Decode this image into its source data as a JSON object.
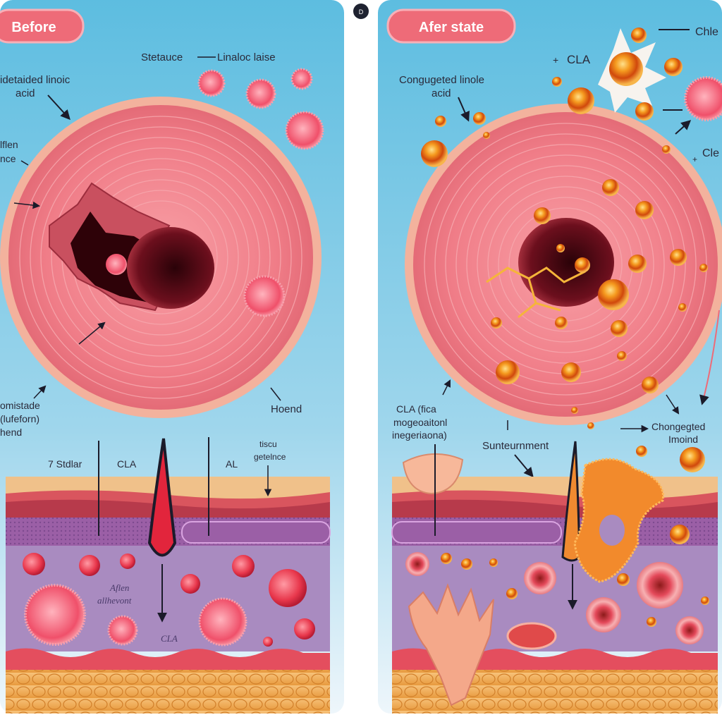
{
  "badge": "D",
  "before_panel": {
    "tag": "Before",
    "labels": {
      "top_left_1": "idetaided linoic",
      "top_left_2": "acid",
      "top_mid_1": "Stetauce",
      "top_mid_2": "Linaloc laise",
      "left_1": "lflen",
      "left_2": "nce",
      "bottom_left_1": "omistade",
      "bottom_left_2": "(lufeforn)",
      "bottom_left_3": "hend",
      "bottom_right": "Hoend",
      "skin_left": "7 Stdlar",
      "skin_cla": "CLA",
      "skin_al": "AL",
      "skin_right_1": "tiscu",
      "skin_right_2": "getelnce",
      "inner_1": "Aflen",
      "inner_2": "allhevont",
      "inner_cla": "CLA"
    }
  },
  "after_panel": {
    "tag": "Afer state",
    "labels": {
      "top_left_1": "Congugeted linole",
      "top_left_2": "acid",
      "cla_top": "CLA",
      "chle_top": "Chle",
      "cle_right": "Cle",
      "bottom_left_1": "CLA (fica",
      "bottom_left_2": "mogeoaitonl",
      "bottom_left_3": "inegeriaona)",
      "mid_label": "Sunteurnment",
      "bottom_right_1": "Chongegted",
      "bottom_right_2": "Imoind"
    }
  },
  "colors": {
    "panel_top": "#6fc6e4",
    "panel_bottom": "#e7f3fa",
    "tag_fill": "#ee6b78",
    "tissue": "#f28a92",
    "tissue_ring": "#f6b39c",
    "lumen": "#5a0a16",
    "skin_top": "#f0c18a",
    "skin_dermis": "#9b5fa6",
    "skin_lower": "#a98bc0",
    "fat": "#f3b464",
    "cla_droplet": "#f7a22e"
  }
}
